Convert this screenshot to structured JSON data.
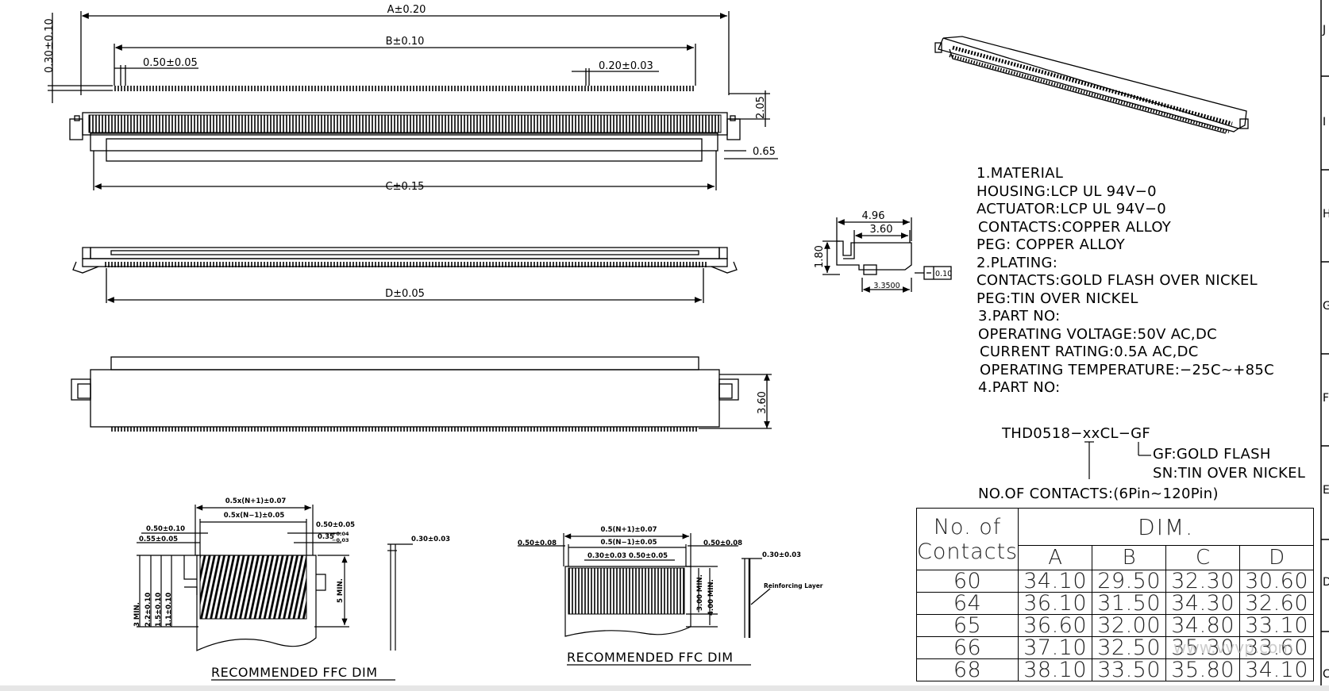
{
  "top_view": {
    "dim_a": "A±0.20",
    "dim_b": "B±0.10",
    "dim_c": "C±0.15",
    "pitch": "0.50±0.05",
    "pin_width": "0.20±0.03",
    "side_height": "0.30±0.10",
    "height_205": "2.05",
    "dim_065": "0.65"
  },
  "middle_view": {
    "dim_d": "D±0.05"
  },
  "bottom_view": {
    "height_360": "3.60"
  },
  "side_view": {
    "w496": "4.96",
    "w360": "3.60",
    "h180": "1.80",
    "w3350": "3.3500",
    "flatness": "0.10"
  },
  "notes": {
    "material_title": "1.MATERIAL",
    "housing": "HOUSING:LCP   UL 94V−0",
    "actuator": "ACTUATOR:LCP  UL 94V−0",
    "contacts": "CONTACTS:COPPER ALLOY",
    "peg": "PEG: COPPER ALLOY",
    "plating_title": "2.PLATING:",
    "plating_contacts": "CONTACTS:GOLD FLASH OVER NICKEL",
    "plating_peg": "PEG:TIN OVER NICKEL",
    "part_no_title_3": "3.PART NO:",
    "voltage": "OPERATING VOLTAGE:50V AC,DC",
    "current": "CURRENT RATING:0.5A AC,DC",
    "temperature": "OPERATING TEMPERATURE:−25C~+85C",
    "part_no_title_4": "4.PART NO:"
  },
  "part_number": {
    "code": "THD0518−xxCL−GF",
    "gf": "GF:GOLD FLASH",
    "sn": "SN:TIN OVER NICKEL",
    "contacts_range": "NO.OF CONTACTS:(6Pin~120Pin)"
  },
  "ffc_left": {
    "title": "RECOMMENDED FFC DIM",
    "d1": "0.5x(N+1)±0.07",
    "d2": "0.5x(N−1)±0.05",
    "d3": "0.50±0.10",
    "d4": "0.55±0.05",
    "d5": "0.50±0.05",
    "d6": "0.35",
    "d6tol": "+0.04",
    "d6tol2": "−0.03",
    "d7": "0.30±0.03",
    "v1": "3 MIN.",
    "v2": "2.2±0.10",
    "v3": "1.5±0.10",
    "v4": "1.1±0.10",
    "v5": "5 MIN."
  },
  "ffc_right": {
    "title": "RECOMMENDED FFC DIM",
    "d1": "0.5(N+1)±0.07",
    "d2": "0.5(N−1)±0.05",
    "d3": "0.50±0.08",
    "d4": "0.50±0.08",
    "d5": "0.30±0.03",
    "d6": "0.50±0.05",
    "d7": "0.30±0.03",
    "v1": "3.00 MIN.",
    "v2": "4.00 MIN.",
    "reinforcing": "Reinforcing Layer"
  },
  "dim_table": {
    "header_no": "No. of",
    "header_contacts": "Contacts",
    "header_dim": "DIM.",
    "columns": [
      "A",
      "B",
      "C",
      "D"
    ],
    "rows": [
      {
        "n": "60",
        "a": "34.10",
        "b": "29.50",
        "c": "32.30",
        "d": "30.60"
      },
      {
        "n": "64",
        "a": "36.10",
        "b": "31.50",
        "c": "34.30",
        "d": "32.60"
      },
      {
        "n": "65",
        "a": "36.60",
        "b": "32.00",
        "c": "34.80",
        "d": "33.10"
      },
      {
        "n": "66",
        "a": "37.10",
        "b": "32.50",
        "c": "35.30",
        "d": "33.60"
      },
      {
        "n": "68",
        "a": "38.10",
        "b": "33.50",
        "c": "35.80",
        "d": "34.10"
      }
    ]
  },
  "edge_letters": [
    "J",
    "I",
    "H",
    "G",
    "F",
    "E",
    "D",
    "C"
  ],
  "watermark": "www.vvvp.com"
}
